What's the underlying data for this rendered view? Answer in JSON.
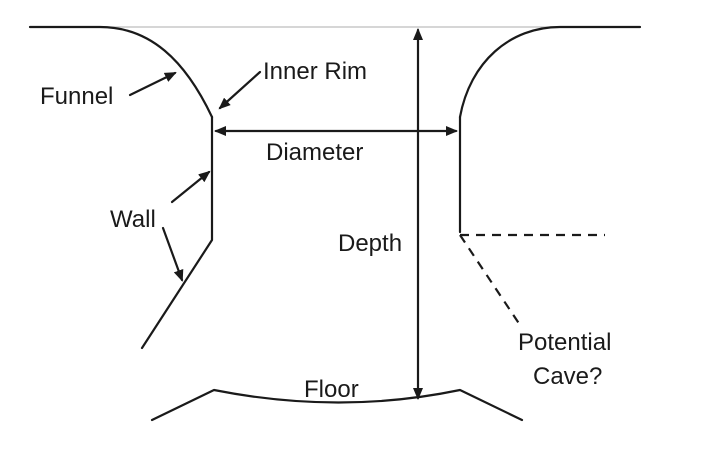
{
  "labels": {
    "funnel": "Funnel",
    "inner_rim": "Inner Rim",
    "diameter": "Diameter",
    "wall": "Wall",
    "depth": "Depth",
    "floor": "Floor",
    "potential_cave_line1": "Potential",
    "potential_cave_line2": "Cave?"
  },
  "colors": {
    "ink": "#1a1a1a",
    "surface_line": "#bdbdbd",
    "background": "#ffffff"
  }
}
